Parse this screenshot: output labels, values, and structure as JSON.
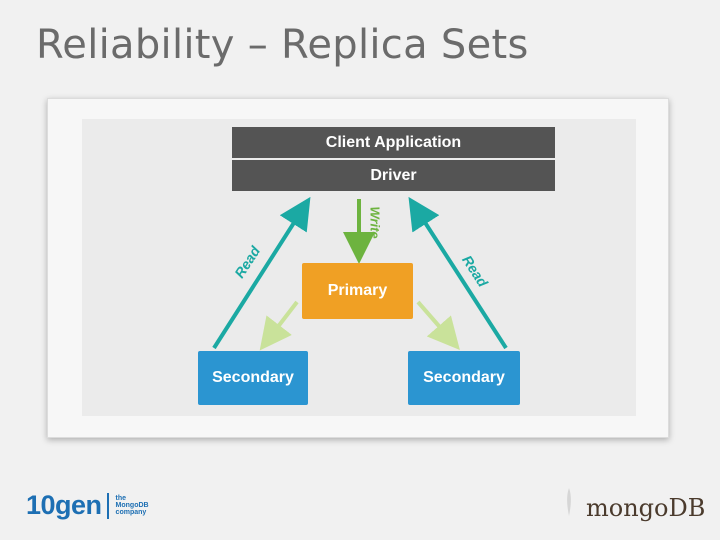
{
  "slide": {
    "title": "Reliability – Replica Sets"
  },
  "diagram": {
    "client_application": "Client Application",
    "driver": "Driver",
    "primary": "Primary",
    "secondary_left": "Secondary",
    "secondary_right": "Secondary",
    "write_label": "Write",
    "read_left_label": "Read",
    "read_right_label": "Read",
    "colors": {
      "driver_bar": "#545454",
      "primary": "#f0a024",
      "secondary": "#2b95d1",
      "read_arrow": "#1ba9a3",
      "write_arrow": "#6db33f",
      "replication_arrow": "#c9e29a"
    }
  },
  "footer": {
    "left_logo": "10gen",
    "left_tagline": [
      "the",
      "MongoDB",
      "company"
    ],
    "right_logo": "mongoDB"
  }
}
